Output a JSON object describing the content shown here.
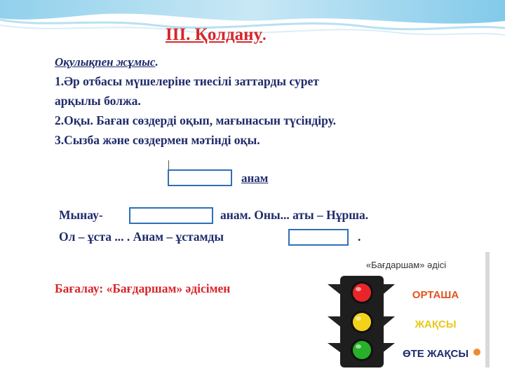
{
  "title": {
    "main": "III. Қолдану",
    "dot": "."
  },
  "subheading": {
    "text": "Оқулықпен жұмыс",
    "dot": "."
  },
  "tasks": [
    "1.Әр отбасы мүшелеріне тиесілі заттарды сурет",
    "арқылы болжа.",
    "2.Оқы. Баған сөздерді оқып, мағынасын түсіндіру.",
    "3.Сызба және сөздермен мәтінді оқы."
  ],
  "diagram": {
    "word": "анам"
  },
  "sentences": {
    "s1_start": "Мынау-",
    "s1_end": "анам. Оны... аты – Нұрша.",
    "s2_start": "Ол – ұста ... . Анам – ұстамды",
    "s2_end": "."
  },
  "evaluation": "Бағалау: «Бағдаршам» әдісімен",
  "traffic_light": {
    "heading": "«Бағдаршам» әдісі",
    "labels": [
      "ОРТАША",
      "ЖАҚСЫ",
      "ӨТЕ ЖАҚСЫ"
    ],
    "colors": {
      "red": "#e8262a",
      "yellow": "#f4d21a",
      "green": "#27b02a",
      "orange_text": "#e0541f",
      "yellow_text": "#e8c81a"
    }
  }
}
